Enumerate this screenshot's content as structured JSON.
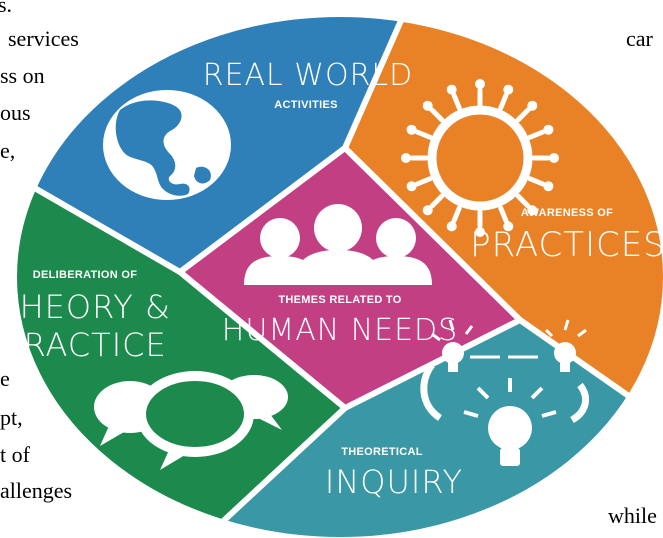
{
  "background_text": {
    "fragments": [
      "s.",
      "services",
      "car",
      "ss on",
      "ous",
      "e,",
      "e",
      "pt,",
      "t of",
      "allenges",
      "while"
    ]
  },
  "segments": {
    "real_world": {
      "title": "REAL WORLD",
      "subtitle": "ACTIVITIES",
      "color": "#2f7fb8"
    },
    "awareness": {
      "subtitle": "AWARENESS OF",
      "title": "PRACTICES",
      "color": "#e98226"
    },
    "deliberation": {
      "subtitle": "DELIBERATION OF",
      "title_line1": "THEORY &",
      "title_line2": "PRACTICE",
      "color": "#1c8a4c"
    },
    "theoretical": {
      "subtitle": "THEORETICAL",
      "title": "INQUIRY",
      "color": "#3a98a6"
    },
    "center": {
      "subtitle": "THEMES RELATED TO",
      "title": "HUMAN NEEDS",
      "color": "#c23f84"
    }
  },
  "icons": [
    "globe-icon",
    "people-circle-icon",
    "speech-bubbles-icon",
    "lightbulbs-icon",
    "people-group-icon"
  ]
}
